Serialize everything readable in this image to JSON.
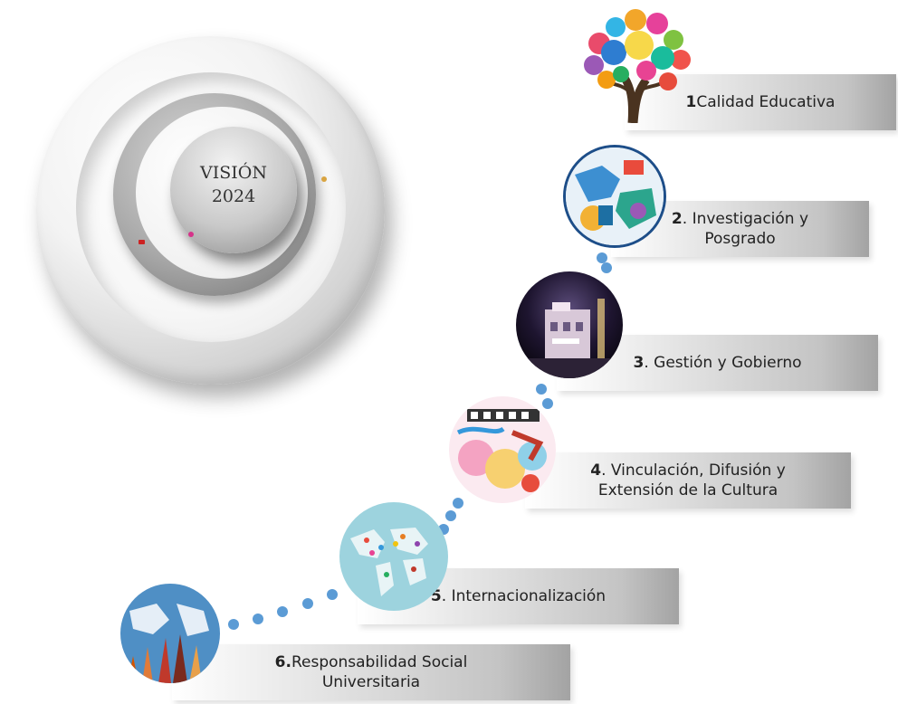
{
  "center": {
    "title_line1": "VISIÓN",
    "title_line2": "2024"
  },
  "items": [
    {
      "number": "1",
      "label": "Calidad Educativa",
      "icon": "tree-icon"
    },
    {
      "number": "2",
      "label": "Investigación y",
      "label2": "Posgrado",
      "icon": "globe-icon"
    },
    {
      "number": "3",
      "label": "Gestión y Gobierno",
      "icon": "building-night-icon"
    },
    {
      "number": "4",
      "label": "Vinculación, Difusión y",
      "label2": "Extensión de la Cultura",
      "icon": "culture-icon"
    },
    {
      "number": "5",
      "label": "Internacionalización",
      "icon": "world-map-icon"
    },
    {
      "number": "6.",
      "label": "Responsabilidad Social",
      "label2": "Universitaria",
      "icon": "hands-globe-icon"
    }
  ],
  "colors": {
    "connector": "#5b9bd5"
  }
}
